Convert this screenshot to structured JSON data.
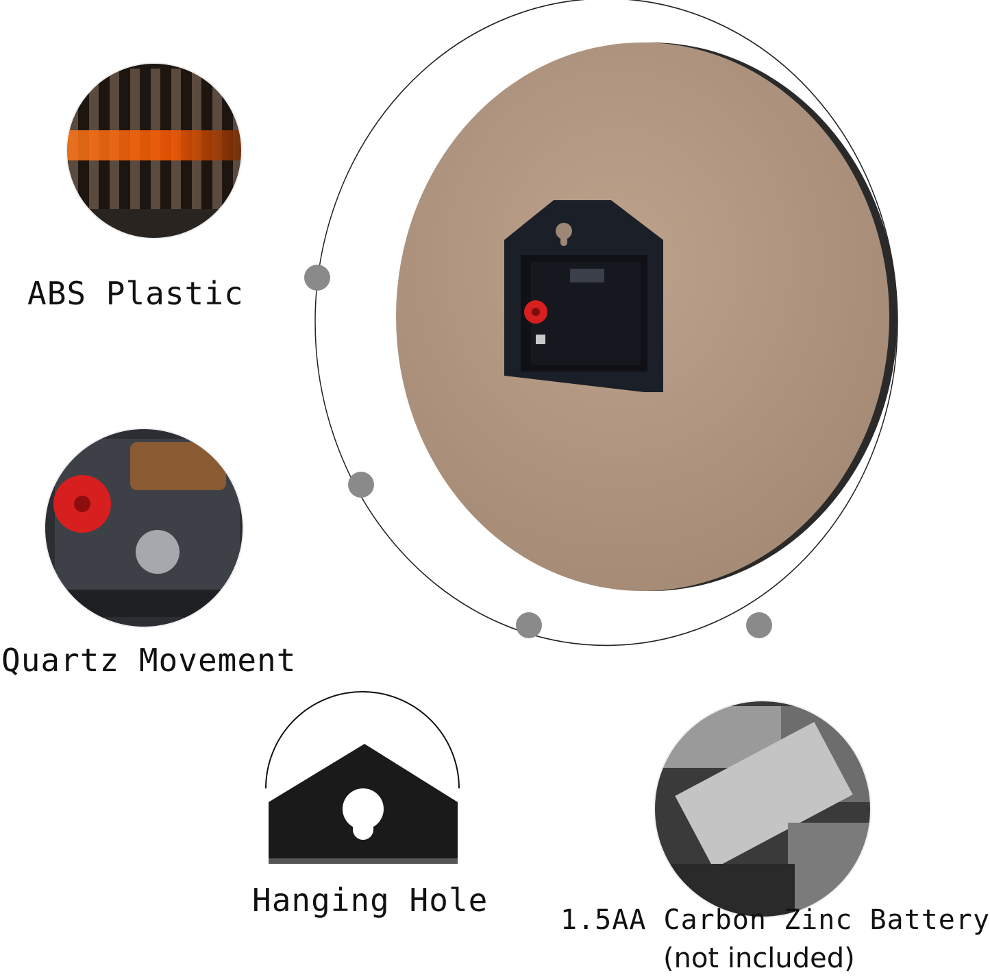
{
  "labels": {
    "abs_plastic": "ABS Plastic",
    "quartz_movement": "Quartz Movement",
    "hanging_hole": "Hanging Hole",
    "battery": "1.5AA Carbon Zinc Battery",
    "battery_note": "(not included)"
  },
  "colors": {
    "background": "#ffffff",
    "clock_back": "#b39a85",
    "movement": "#1b1f27",
    "knob": "#d81f1f",
    "dot": "#8a8a8a"
  },
  "icons": [
    "clock-back-photo",
    "abs-plastic-photo",
    "quartz-movement-photo",
    "hanging-hole-photo",
    "battery-photo"
  ]
}
